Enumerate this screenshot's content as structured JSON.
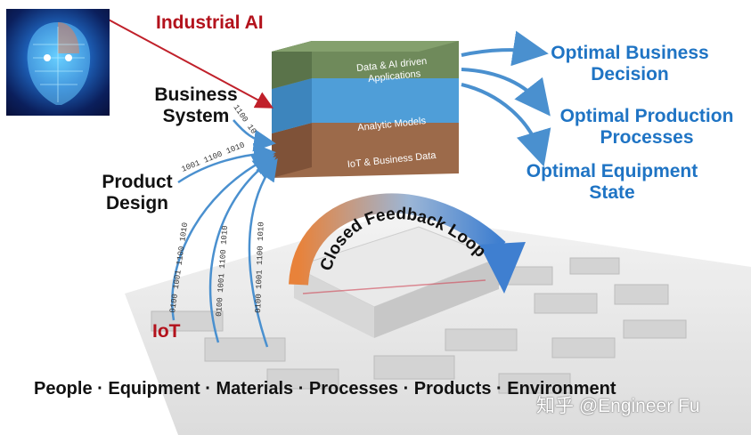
{
  "labels": {
    "industrial_ai": "Industrial AI",
    "business_system": [
      "Business",
      "System"
    ],
    "product_design": [
      "Product",
      "Design"
    ],
    "iot": "IoT",
    "optimal_business": [
      "Optimal Business",
      "Decision"
    ],
    "optimal_production": [
      "Optimal Production",
      "Processes"
    ],
    "optimal_equipment": [
      "Optimal Equipment",
      "State"
    ],
    "closed_loop": "Closed Feedback Loop",
    "bottom_line": "People · Equipment · Materials · Processes · Products · Environment",
    "watermark": "知乎 @Engineer Fu"
  },
  "stack_layers": {
    "top": [
      "Data & AI driven",
      "Applications"
    ],
    "middle": "Analytic Models",
    "bottom": "IoT & Business Data"
  },
  "binary": {
    "business_stream": "1100 10",
    "design_stream": "1001 1100 1010",
    "iot_stream_1": "0100 1001 1100 1010",
    "iot_stream_2": "0100 1001 1100 1010",
    "iot_stream_3": "0100 1001 1100 1010"
  },
  "colors": {
    "layer_top": "#6f8a5b",
    "layer_middle": "#4f9ed8",
    "layer_bottom": "#9c6a4a",
    "arrow_blue": "#4a90cf",
    "arrow_red": "#c0202a",
    "label_blue": "#1f74c4",
    "label_red": "#b3121c",
    "loop_orange": "#e8823a",
    "loop_blue": "#3f7fd0"
  }
}
